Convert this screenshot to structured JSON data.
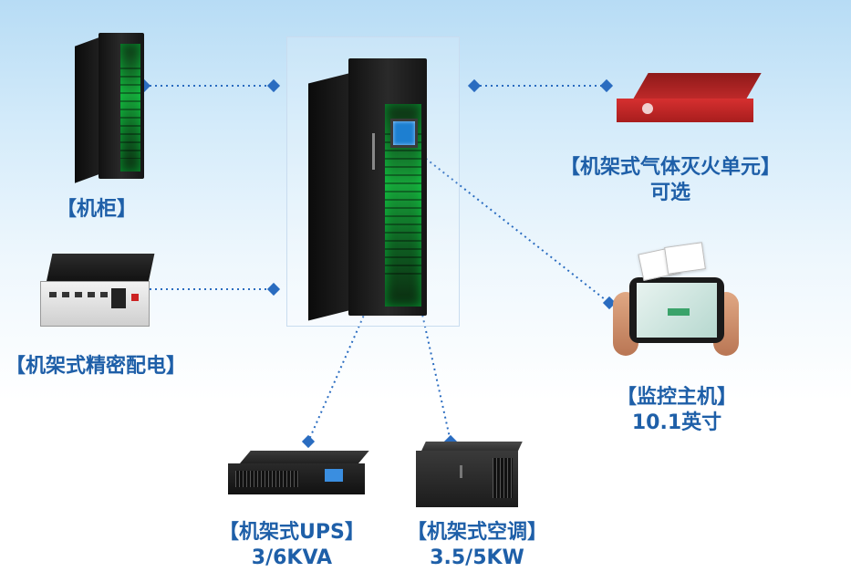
{
  "devices": {
    "cabinet": {
      "label": "【机柜】"
    },
    "pdu": {
      "label": "【机架式精密配电】"
    },
    "gas_unit": {
      "line1": "【机架式气体灭火单元】",
      "line2": "可选"
    },
    "monitor_host": {
      "line1": "【监控主机】",
      "line2": "10.1英寸"
    },
    "ups": {
      "line1": "【机架式UPS】",
      "line2": "3/6KVA"
    },
    "ac": {
      "line1": "【机架式空调】",
      "line2": "3.5/5KW"
    }
  },
  "colors": {
    "label_blue": "#1e5fa8",
    "connector_blue": "#2a6cc0",
    "bg_top": "#b7dcf5"
  }
}
